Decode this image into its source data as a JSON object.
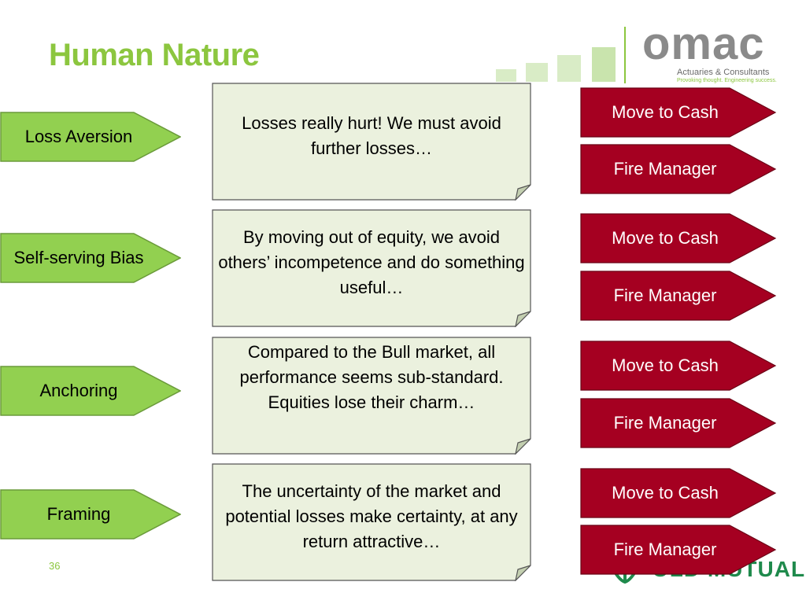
{
  "slide": {
    "title": "Human Nature",
    "page_number": "36"
  },
  "logo": {
    "word": "omac",
    "line1": "Actuaries & Consultants",
    "line2": "Provoking thought. Engineering success."
  },
  "footer_logo": {
    "word": "OLD MUTUAL"
  },
  "colors": {
    "accent_green": "#8cc63f",
    "arrow_green": "#92d050",
    "note_fill": "#ebf1de",
    "action_red": "#a50021"
  },
  "rows": [
    {
      "bias": "Loss Aversion",
      "note": "Losses really hurt! We must avoid further losses…",
      "actions": [
        "Move to Cash",
        "Fire Manager"
      ]
    },
    {
      "bias": "Self-serving Bias",
      "note": "By moving out of equity, we avoid others’ incompetence and do something useful…",
      "actions": [
        "Move to Cash",
        "Fire Manager"
      ]
    },
    {
      "bias": "Anchoring",
      "note": "Compared to the Bull market, all performance seems sub-standard. Equities lose their charm…",
      "actions": [
        "Move to Cash",
        "Fire Manager"
      ]
    },
    {
      "bias": "Framing",
      "note": "The uncertainty of the market and potential losses make certainty, at any return attractive…",
      "actions": [
        "Move to Cash",
        "Fire Manager"
      ]
    }
  ]
}
